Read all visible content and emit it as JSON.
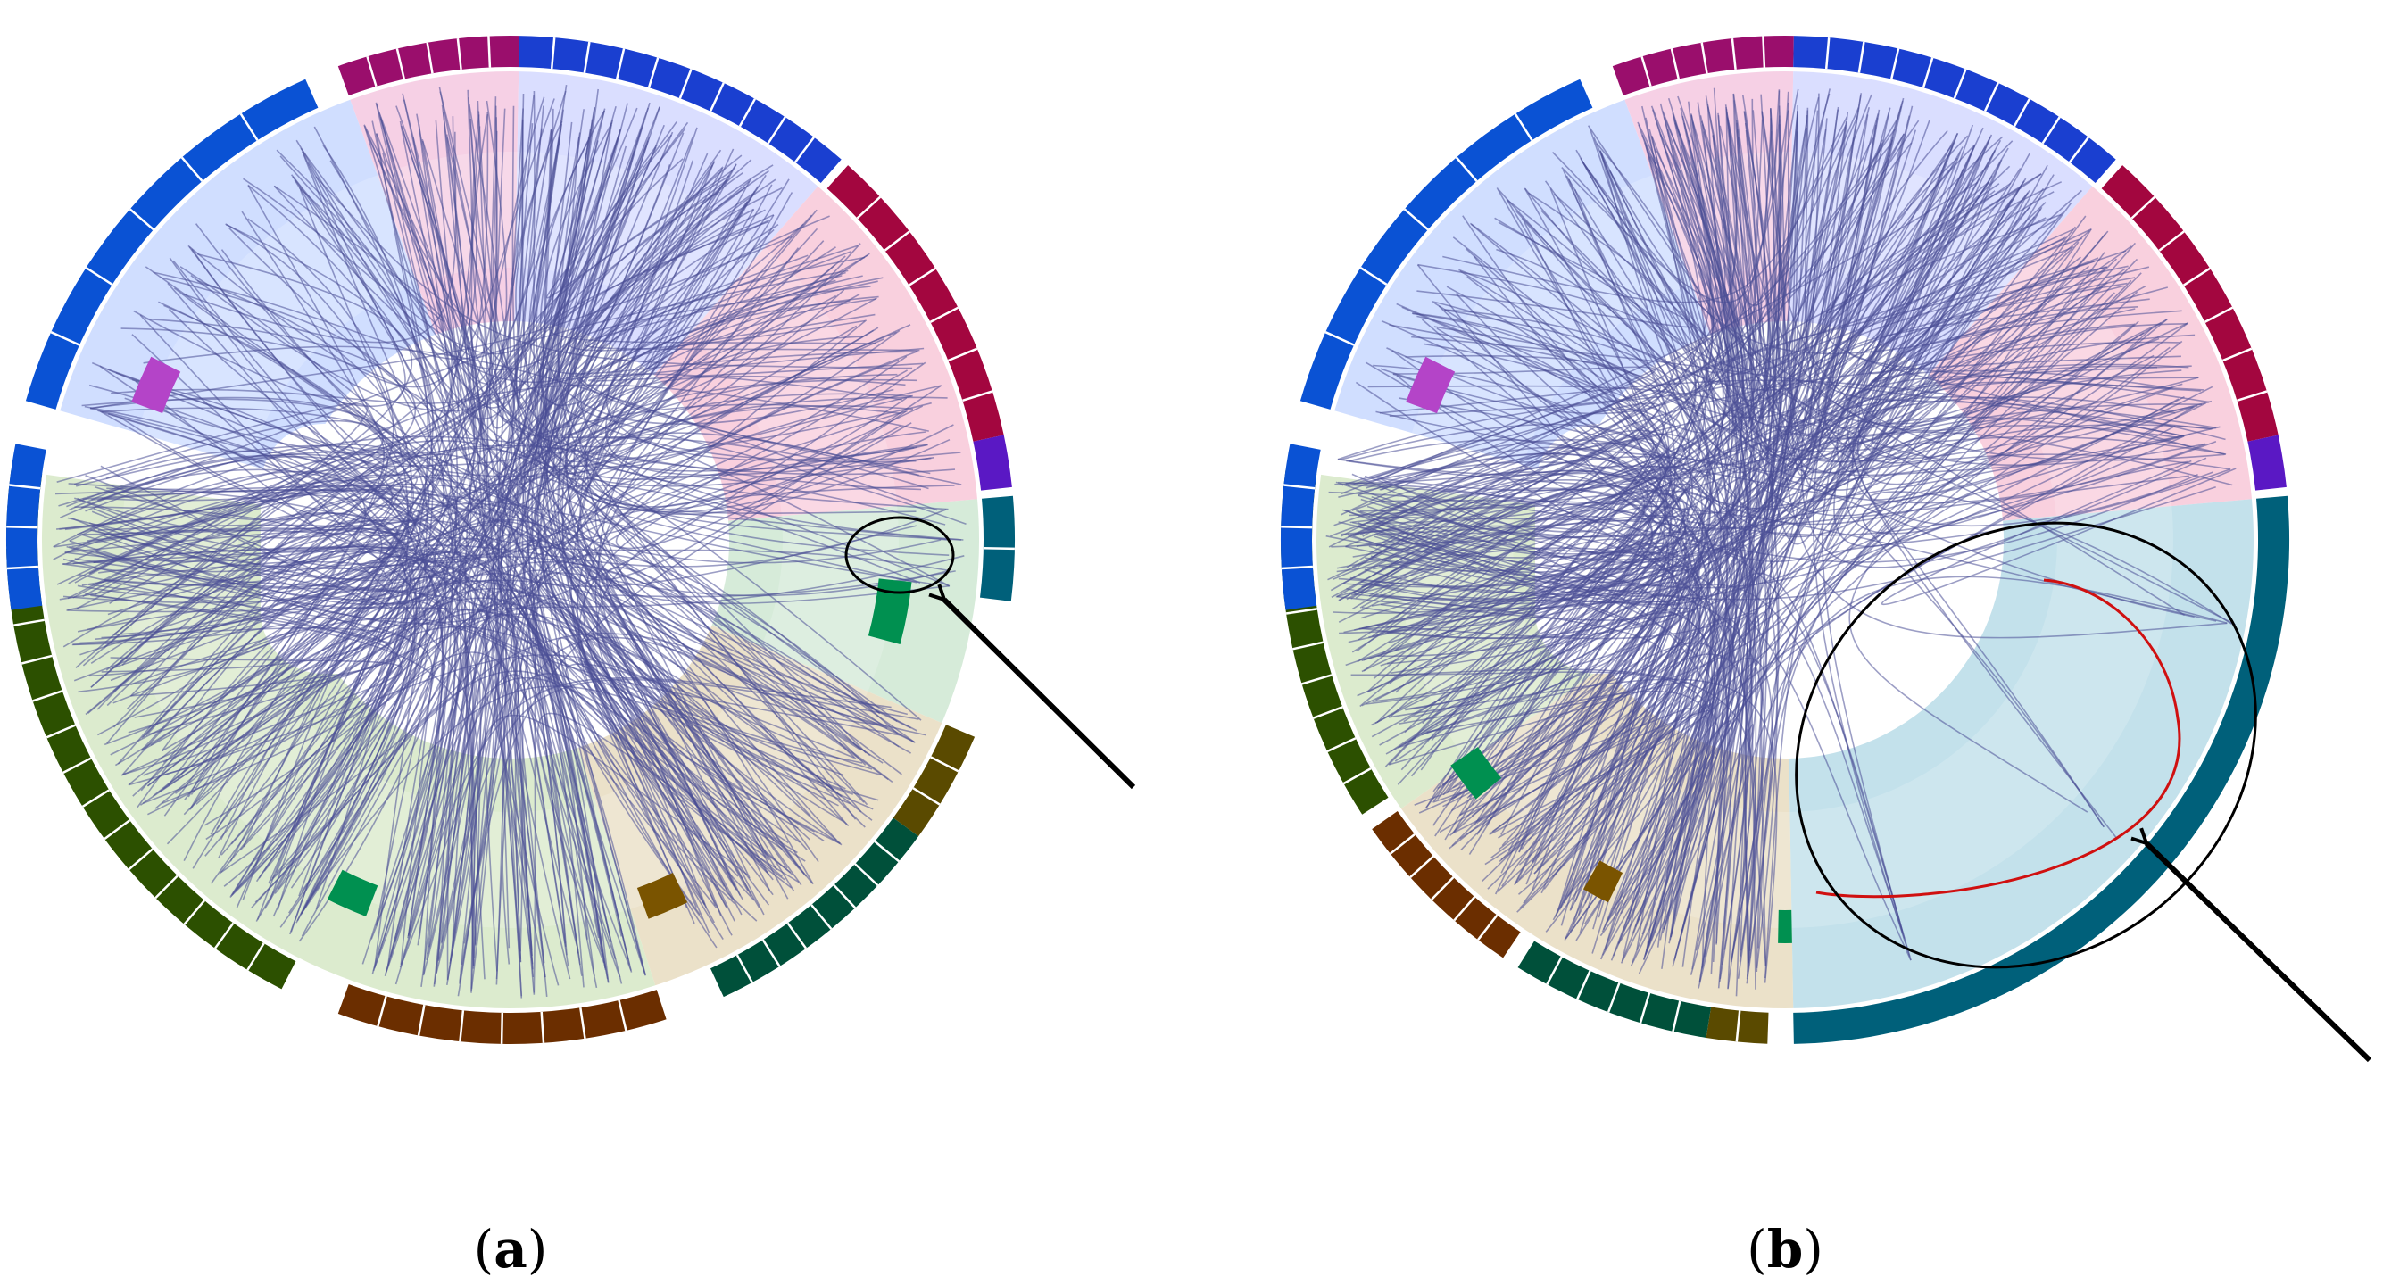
{
  "panels": [
    {
      "id": "a",
      "label_open": "(",
      "label_letter": "a",
      "label_close": ")",
      "outer_ring": [
        {
          "name": "blue-upper-left",
          "color": "#0a52d4",
          "start": 196,
          "end": 246,
          "cells": 6
        },
        {
          "name": "magenta-top",
          "color": "#9a0e6c",
          "start": 250,
          "end": 271,
          "cells": 6
        },
        {
          "name": "blue-top",
          "color": "#1a3fd0",
          "start": 271,
          "end": 311,
          "cells": 10
        },
        {
          "name": "crimson-right",
          "color": "#a3063f",
          "start": 312,
          "end": 348,
          "cells": 7
        },
        {
          "name": "violet-small",
          "color": "#5a18c4",
          "start": 348,
          "end": 354,
          "cells": 1
        },
        {
          "name": "teal-small",
          "color": "#00607a",
          "start": 355,
          "end": 367,
          "cells": 2
        },
        {
          "name": "olive-right",
          "color": "#5a4a00",
          "start": 383,
          "end": 396,
          "cells": 3
        },
        {
          "name": "green-right",
          "color": "#00503a",
          "start": 396,
          "end": 425,
          "cells": 8
        },
        {
          "name": "brown-bottom",
          "color": "#6b2e00",
          "start": 432,
          "end": 470,
          "cells": 8
        },
        {
          "name": "green-left",
          "color": "#2c5000",
          "start": 477,
          "end": 548,
          "cells": 16
        },
        {
          "name": "blue-left",
          "color": "#0a52d4",
          "start": 172,
          "end": 191,
          "cells": 4
        }
      ],
      "inner_blocks": [
        {
          "name": "magenta-block",
          "color": "#b444c8",
          "start": 200,
          "end": 207
        },
        {
          "name": "green-block-right",
          "color": "#009050",
          "start": 366,
          "end": 375
        },
        {
          "name": "olive-block",
          "color": "#7a5400",
          "start": 424,
          "end": 430
        },
        {
          "name": "green-block-bottom",
          "color": "#009050",
          "start": 471,
          "end": 477
        }
      ],
      "sectors": [
        {
          "color": "#c8d8ff",
          "start": 196,
          "end": 250
        },
        {
          "color": "#f4c8e0",
          "start": 250,
          "end": 271
        },
        {
          "color": "#d4d8ff",
          "start": 271,
          "end": 311
        },
        {
          "color": "#f8c8d8",
          "start": 311,
          "end": 355
        },
        {
          "color": "#cfe8d2",
          "start": 355,
          "end": 383
        },
        {
          "color": "#e8dcc0",
          "start": 383,
          "end": 432
        },
        {
          "color": "#d6e8c6",
          "start": 432,
          "end": 548
        }
      ],
      "annotation": "circle-with-arrow"
    },
    {
      "id": "b",
      "label_open": "(",
      "label_letter": "b",
      "label_close": ")",
      "outer_ring": [
        {
          "name": "blue-upper-left",
          "color": "#0a52d4",
          "start": 196,
          "end": 246,
          "cells": 6
        },
        {
          "name": "magenta-top",
          "color": "#9a0e6c",
          "start": 250,
          "end": 271,
          "cells": 6
        },
        {
          "name": "blue-top",
          "color": "#1a3fd0",
          "start": 271,
          "end": 311,
          "cells": 10
        },
        {
          "name": "crimson-right",
          "color": "#a3063f",
          "start": 312,
          "end": 348,
          "cells": 7
        },
        {
          "name": "violet-small",
          "color": "#5a18c4",
          "start": 348,
          "end": 354,
          "cells": 1
        },
        {
          "name": "teal-large",
          "color": "#00607a",
          "start": 355,
          "end": 449,
          "cells": 1
        },
        {
          "name": "olive-small",
          "color": "#5a4a00",
          "start": 452,
          "end": 459,
          "cells": 2
        },
        {
          "name": "green-bottom",
          "color": "#00503a",
          "start": 459,
          "end": 482,
          "cells": 6
        },
        {
          "name": "brown-left",
          "color": "#6b2e00",
          "start": 484,
          "end": 505,
          "cells": 6
        },
        {
          "name": "green-left",
          "color": "#2c5000",
          "start": 507,
          "end": 548,
          "cells": 10
        },
        {
          "name": "blue-left",
          "color": "#0a52d4",
          "start": 172,
          "end": 191,
          "cells": 4
        }
      ],
      "inner_blocks": [
        {
          "name": "magenta-block",
          "color": "#b444c8",
          "start": 200,
          "end": 207
        },
        {
          "name": "green-block-left",
          "color": "#009050",
          "start": 500,
          "end": 506
        },
        {
          "name": "olive-block",
          "color": "#7a5400",
          "start": 476,
          "end": 480
        },
        {
          "name": "green-block-bottom",
          "color": "#009050",
          "start": 449,
          "end": 451
        }
      ],
      "sectors": [
        {
          "color": "#c8d8ff",
          "start": 196,
          "end": 250
        },
        {
          "color": "#f4c8e0",
          "start": 250,
          "end": 271
        },
        {
          "color": "#d4d8ff",
          "start": 271,
          "end": 311
        },
        {
          "color": "#f8c8d8",
          "start": 311,
          "end": 355
        },
        {
          "color": "#b8dce8",
          "start": 355,
          "end": 449
        },
        {
          "color": "#e8dcc0",
          "start": 449,
          "end": 505
        },
        {
          "color": "#d6e8c6",
          "start": 505,
          "end": 548
        }
      ],
      "annotation": "ellipse-with-arrow"
    }
  ],
  "colors": {
    "edge": "#4a4e96",
    "highlight_edge": "#d01010",
    "annotation": "#000000",
    "separator": "#ffffff"
  }
}
